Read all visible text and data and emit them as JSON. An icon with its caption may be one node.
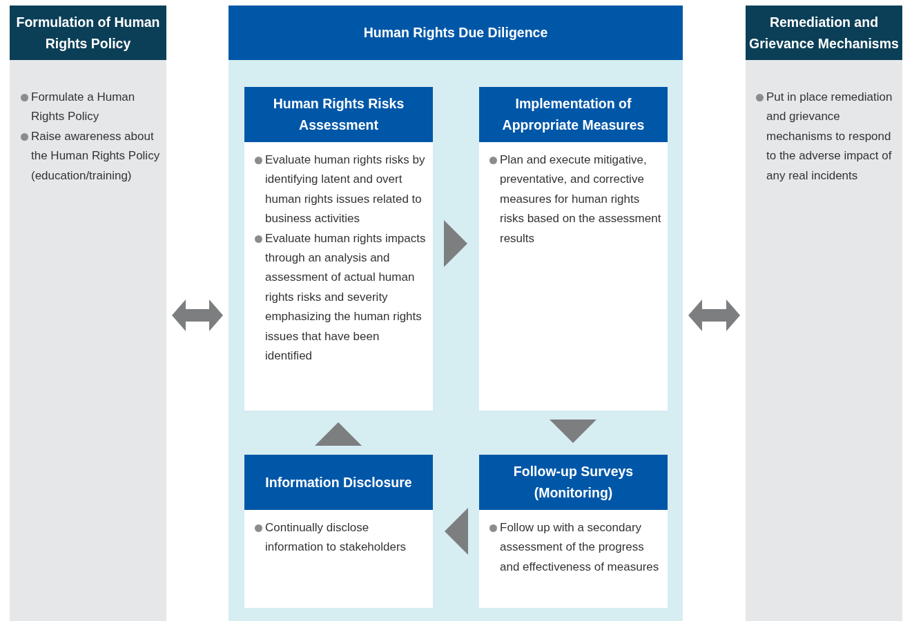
{
  "diagram": {
    "nodes": [
      {
        "text": [
          "Formulation of Human Rights Policy",
          "Formulate a Human Rights Policy",
          "Raise awareness about the Human Rights Policy (education/training)"
        ]
      },
      {
        "text": [
          "Human Rights Due Diligence"
        ]
      },
      {
        "text": [
          "Human Rights Risks Assessment",
          "Evaluate human rights risks by identifying latent and overt human rights issues related to business activities",
          "Evaluate human rights impacts through an analysis and assessment of actual human rights risks and severity emphasizing the human rights issues that have been identified"
        ],
        "in": 1
      },
      {
        "text": [
          "Implementation of Appropriate Measures",
          "Plan and execute mitigative, preventative, and corrective measures for human rights risks based on the assessment results"
        ],
        "in": 1
      },
      {
        "text": [
          "Information Disclosure",
          "Continually disclose information to stakeholders"
        ],
        "in": 1
      },
      {
        "text": [
          "Follow-up Surveys (Monitoring)",
          "Follow up with a secondary assessment of the progress and effectiveness of measures"
        ],
        "in": 1
      },
      {
        "text": [
          "Remediation and Grievance Mechanisms",
          "Put in place remediation and grievance mechanisms to respond to the adverse impact of any real incidents"
        ]
      }
    ],
    "edges": [
      {
        "from": 0,
        "to": 1,
        "arrow": "both"
      },
      {
        "from": 1,
        "to": 6,
        "arrow": "both"
      },
      {
        "from": 2,
        "to": 3,
        "arrow": "to"
      },
      {
        "from": 3,
        "to": 5,
        "arrow": "to"
      },
      {
        "from": 5,
        "to": 4,
        "arrow": "to"
      },
      {
        "from": 4,
        "to": 2,
        "arrow": "to"
      }
    ]
  }
}
